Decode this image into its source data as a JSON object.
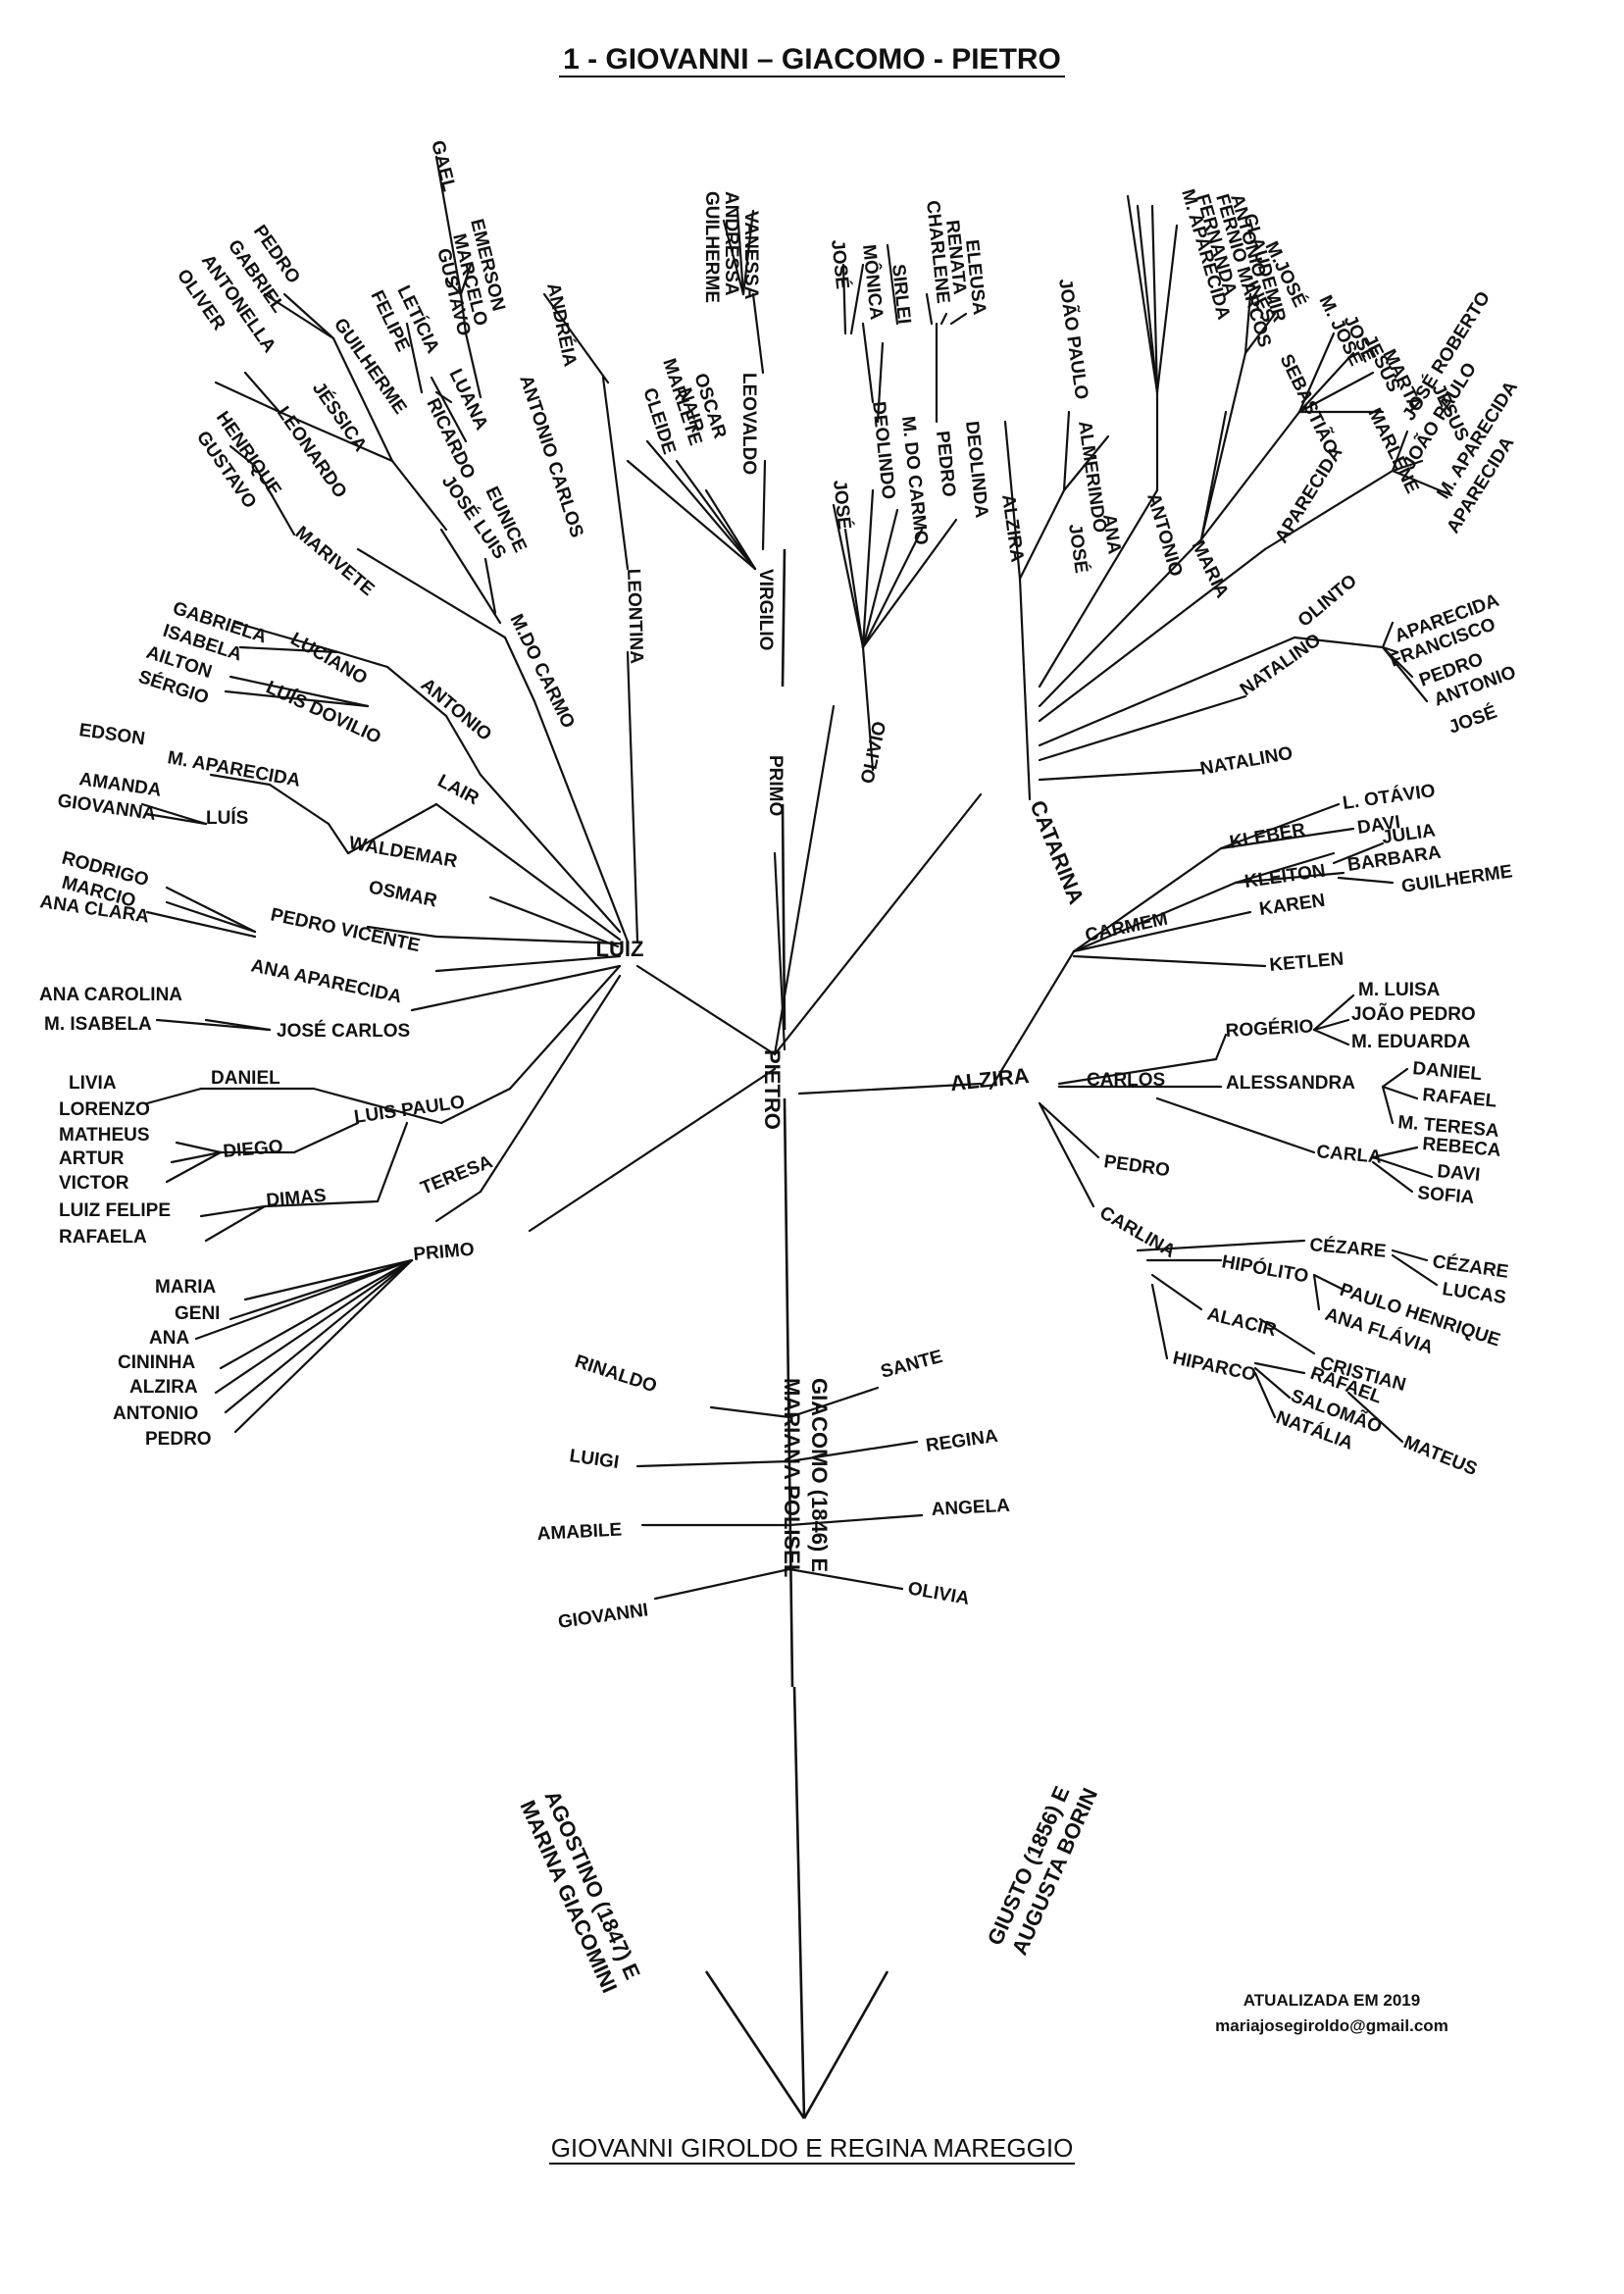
{
  "title": "1 - GIOVANNI – GIACOMO - PIETRO",
  "root": "GIOVANNI GIROLDO E REGINA MAREGGIO",
  "footer": {
    "updated": "ATUALIZADA EM  2019",
    "email": "mariajosegiroldo@gmail.com"
  },
  "colors": {
    "ink": "#111111",
    "paper": "#ffffff"
  },
  "nodes": {
    "giacomo": "GIACOMO (1846) E",
    "mariana": "MARIANA POLISEL",
    "agostino": "AGOSTINO (1847) E",
    "marinaGiacomini": "MARINA GIACOMINI",
    "giusto": "GIUSTO (1856) E",
    "augustaBorin": "AUGUSTA BORIN",
    "rinaldo": "RINALDO",
    "luigi": "LUIGI",
    "amabile": "AMABILE",
    "giovanniSon": "GIOVANNI",
    "sante": "SANTE",
    "regina": "REGINA",
    "angela": "ANGELA",
    "olivia": "OLIVIA",
    "pietro": "PIETRO",
    "primoCenter": "PRIMO",
    "luiz": "LUIZ",
    "catarina": "CATARINA",
    "alzira": "ALZIRA",
    "virgilio": "VIRGILIO",
    "leovaldo": "LEOVALDO",
    "vanessa": "VANESSA",
    "andressa": "ANDRESSA",
    "guilherme1": "GUILHERME",
    "oscar": "OSCAR",
    "nair": "NAIR",
    "marlete": "MARLETE",
    "cleide": "CLEIDE",
    "olivio": "OLIVIO",
    "jose1": "JOSÉ",
    "monica": "MÔNICA",
    "jose2": "JOSÉ",
    "deolindo": "DEOLINDO",
    "sirlei": "SIRLEI",
    "mdocarmo1": "M. DO CARMO",
    "pedro1": "PEDRO",
    "charlene": "CHARLENE",
    "renata": "RENATA",
    "eleusa": "ELEUSA",
    "deolinda": "DEOLINDA",
    "leontina": "LEONTINA",
    "andreia": "ANDRÉIA",
    "mdocarmo2": "M.DO CARMO",
    "antonioCarlos": "ANTONIO CARLOS",
    "gael": "GAEL",
    "emerson": "EMERSON",
    "marcelo": "MARCELO",
    "gustavo1": "GUSTAVO",
    "eunice": "EUNICE",
    "luana": "LUANA",
    "leticia": "LETÍCIA",
    "ricardo": "RICARDO",
    "felipe": "FELIPE",
    "joseLuis": "JOSÉ LUIS",
    "guilherme2": "GUILHERME",
    "pedro2": "PEDRO",
    "gabriel1": "GABRIEL",
    "jessica": "JÉSSICA",
    "antonella": "ANTONELLA",
    "leonardo": "LEONARDO",
    "oliver": "OLIVER",
    "marivete": "MARIVETE",
    "henrique": "HENRIQUE",
    "gustavo2": "GUSTAVO",
    "antonio1": "ANTONIO",
    "lair": "LAIR",
    "luciano": "LUCIANO",
    "gabriela": "GABRIELA",
    "isabela1": "ISABELA",
    "luisDovilio": "LUÍS DOVILIO",
    "ailton": "AILTON",
    "sergio": "SÉRGIO",
    "waldemar": "WALDEMAR",
    "maparecida1": "M. APARECIDA",
    "edson": "EDSON",
    "luis1": "LUÍS",
    "amanda": "AMANDA",
    "giovanna": "GIOVANNA",
    "osmar": "OSMAR",
    "pedroVicente": "PEDRO VICENTE",
    "anaAparecida": "ANA APARECIDA",
    "rodrigo": "RODRIGO",
    "marcio": "MARCIO",
    "anaClara": "ANA CLARA",
    "joseCarlos": "JOSÉ CARLOS",
    "anaCarolina": "ANA CAROLINA",
    "misabela": "M. ISABELA",
    "luisPaulo": "LUIS PAULO",
    "daniel1": "DANIEL",
    "livia": "LIVIA",
    "lorenzo": "LORENZO",
    "diego": "DIEGO",
    "matheus": "MATHEUS",
    "artur": "ARTUR",
    "victor": "VICTOR",
    "dimas": "DIMAS",
    "luizFelipe": "LUIZ FELIPE",
    "rafaela": "RAFAELA",
    "teresa": "TERESA",
    "primoLeft": "PRIMO",
    "maria1": "MARIA",
    "geni": "GENI",
    "ana1": "ANA",
    "cininha": "CININHA",
    "alzira2": "ALZIRA",
    "antonio2": "ANTONIO",
    "pedro3": "PEDRO",
    "joaoPaulo1": "JOÃO PAULO",
    "alzira3": "ALZIRA",
    "almerindo": "ALMERINDO",
    "jose3": "JOSÉ",
    "ana2": "ANA",
    "antonio3": "ANTONIO",
    "antonio4": "ANTONIO",
    "fernioMarcos": "FERNIO MARCOS",
    "fernanda": "FERNANDA",
    "maparecida2": "M. APARECIDA",
    "claudemir": "CLAUDEMIR",
    "maria2": "MARIA",
    "ines": "INÊS",
    "mjose": "M.JOSÉ",
    "mjose2": "M. JOSÉ",
    "sebastiao": "SEBASTIÃO",
    "jose4": "JOSÉ",
    "jesus1": "JESUS",
    "marta": "MARTA",
    "marlene": "MARLENE",
    "jesus2": "JESUS",
    "aparecida1": "APARECIDA",
    "joseRoberto": "JOSÉ ROBERTO",
    "joaoPaulo2": "JOÃO PAULO",
    "maparecida3": "M. APARECIDA",
    "aparecida2": "APARECIDA",
    "olinto": "OLINTO",
    "aparecida3": "APARECIDA",
    "francisco": "FRANCISCO",
    "pedro4": "PEDRO",
    "antonio5": "ANTONIO",
    "jose5": "JOSÉ",
    "natalino1": "NATALINO",
    "natalino2": "NATALINO",
    "carmem": "CARMEM",
    "kleber": "KLEBER",
    "lOtavio": "L. OTÁVIO",
    "davi1": "DAVI",
    "kleiton": "KLEITON",
    "julia": "JULIA",
    "karen": "KAREN",
    "barbara": "BARBARA",
    "guilherme3": "GUILHERME",
    "ketlen": "KETLEN",
    "carlos": "CARLOS",
    "rogerio": "ROGÉRIO",
    "mluisa": "M. LUISA",
    "joaoPedro": "JOÃO PEDRO",
    "meduarda": "M. EDUARDA",
    "alessandra": "ALESSANDRA",
    "daniel2": "DANIEL",
    "rafael1": "RAFAEL",
    "mteresa": "M. TERESA",
    "carla": "CARLA",
    "rebeca": "REBECA",
    "davi2": "DAVI",
    "sofia": "SOFIA",
    "pedro5": "PEDRO",
    "carlina": "CARLINA",
    "cezare1": "CÉZARE",
    "cezare2": "CÉZARE",
    "lucas": "LUCAS",
    "hipolito": "HIPÓLITO",
    "pauloHenrique": "PAULO HENRIQUE",
    "anaFlavia": "ANA FLÁVIA",
    "alacir": "ALACIR",
    "cristian": "CRISTIAN",
    "hiparco": "HIPARCO",
    "rafael2": "RAFAEL",
    "salomao": "SALOMÃO",
    "mateus": "MATEUS",
    "natalia": "NATÁLIA"
  }
}
